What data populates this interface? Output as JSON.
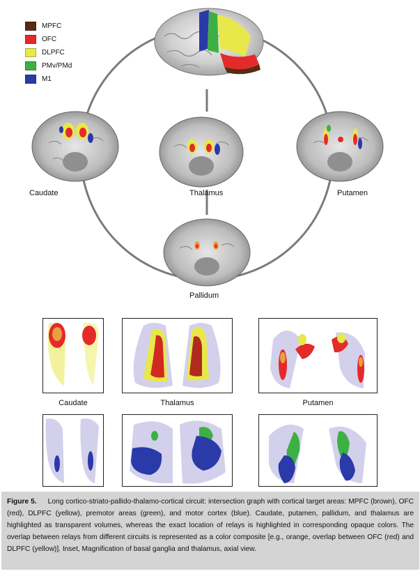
{
  "legend": {
    "items": [
      {
        "label": "MPFC",
        "color": "#5a2a14"
      },
      {
        "label": "OFC",
        "color": "#e52a2a"
      },
      {
        "label": "DLPFC",
        "color": "#e8e84a"
      },
      {
        "label": "PMv/PMd",
        "color": "#3cb043"
      },
      {
        "label": "M1",
        "color": "#2a3aa8"
      }
    ]
  },
  "brain_labels": {
    "caudate": "Caudate",
    "thalamus": "Thalamus",
    "putamen": "Putamen",
    "pallidum": "Pallidum"
  },
  "inset_labels": {
    "caudate": "Caudate",
    "thalamus": "Thalamus",
    "putamen": "Putamen"
  },
  "caption": {
    "label": "Figure 5.",
    "text": "Long cortico-striato-pallido-thalamo-cortical circuit: intersection graph with cortical target areas: MPFC (brown), OFC (red), DLPFC (yellow), premotor areas (green), and motor cortex (blue). Caudate, putamen, pallidum, and thalamus are highlighted as transparent volumes, whereas the exact location of relays is highlighted in corresponding opaque colors. The overlap between relays from different circuits is represented as a color composite [e.g., orange, overlap between OFC (red) and DLPFC (yellow)]. Inset, Magnification of basal ganglia and thalamus, axial view."
  }
}
